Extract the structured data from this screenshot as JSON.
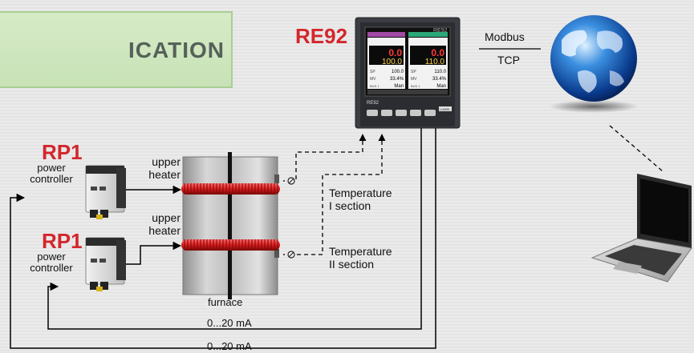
{
  "banner": {
    "text": "ICATION"
  },
  "controller": {
    "model": "RE92",
    "front_label": "RE92",
    "brand": "LUMEL",
    "display_tag": "RE92"
  },
  "display": {
    "ch1_pv": "0.0",
    "ch1_sp": "100.0",
    "ch1_sp2": "100.0",
    "ch1_mv": "33.4%",
    "ch1_mode": "Man",
    "ch2_pv": "0.0",
    "ch2_sp": "110.0",
    "ch2_sp2": "110.0",
    "ch2_mv": "33.4%",
    "ch2_mode": "Man",
    "sp_tag": "SP",
    "mv_tag": "MV",
    "bus_tag": "BUS 1"
  },
  "comm": {
    "top": "Modbus",
    "bottom": "TCP"
  },
  "rp1_top": {
    "name": "RP1",
    "line1": "power",
    "line2": "controller"
  },
  "rp1_bottom": {
    "name": "RP1",
    "line1": "power",
    "line2": "controller"
  },
  "heater_top": {
    "line1": "upper",
    "line2": "heater"
  },
  "heater_bottom": {
    "line1": "upper",
    "line2": "heater"
  },
  "temp_1": {
    "line1": "Temperature",
    "line2": "I section"
  },
  "temp_2": {
    "line1": "Temperature",
    "line2": "II section"
  },
  "furnace": {
    "label": "furnace"
  },
  "signal_1": {
    "label": "0...20 mA"
  },
  "signal_2": {
    "label": "0...20 mA"
  },
  "colors": {
    "accent_red": "#d3262c",
    "banner_green": "#c8e2b6",
    "heater_red": "#d81e1e"
  }
}
